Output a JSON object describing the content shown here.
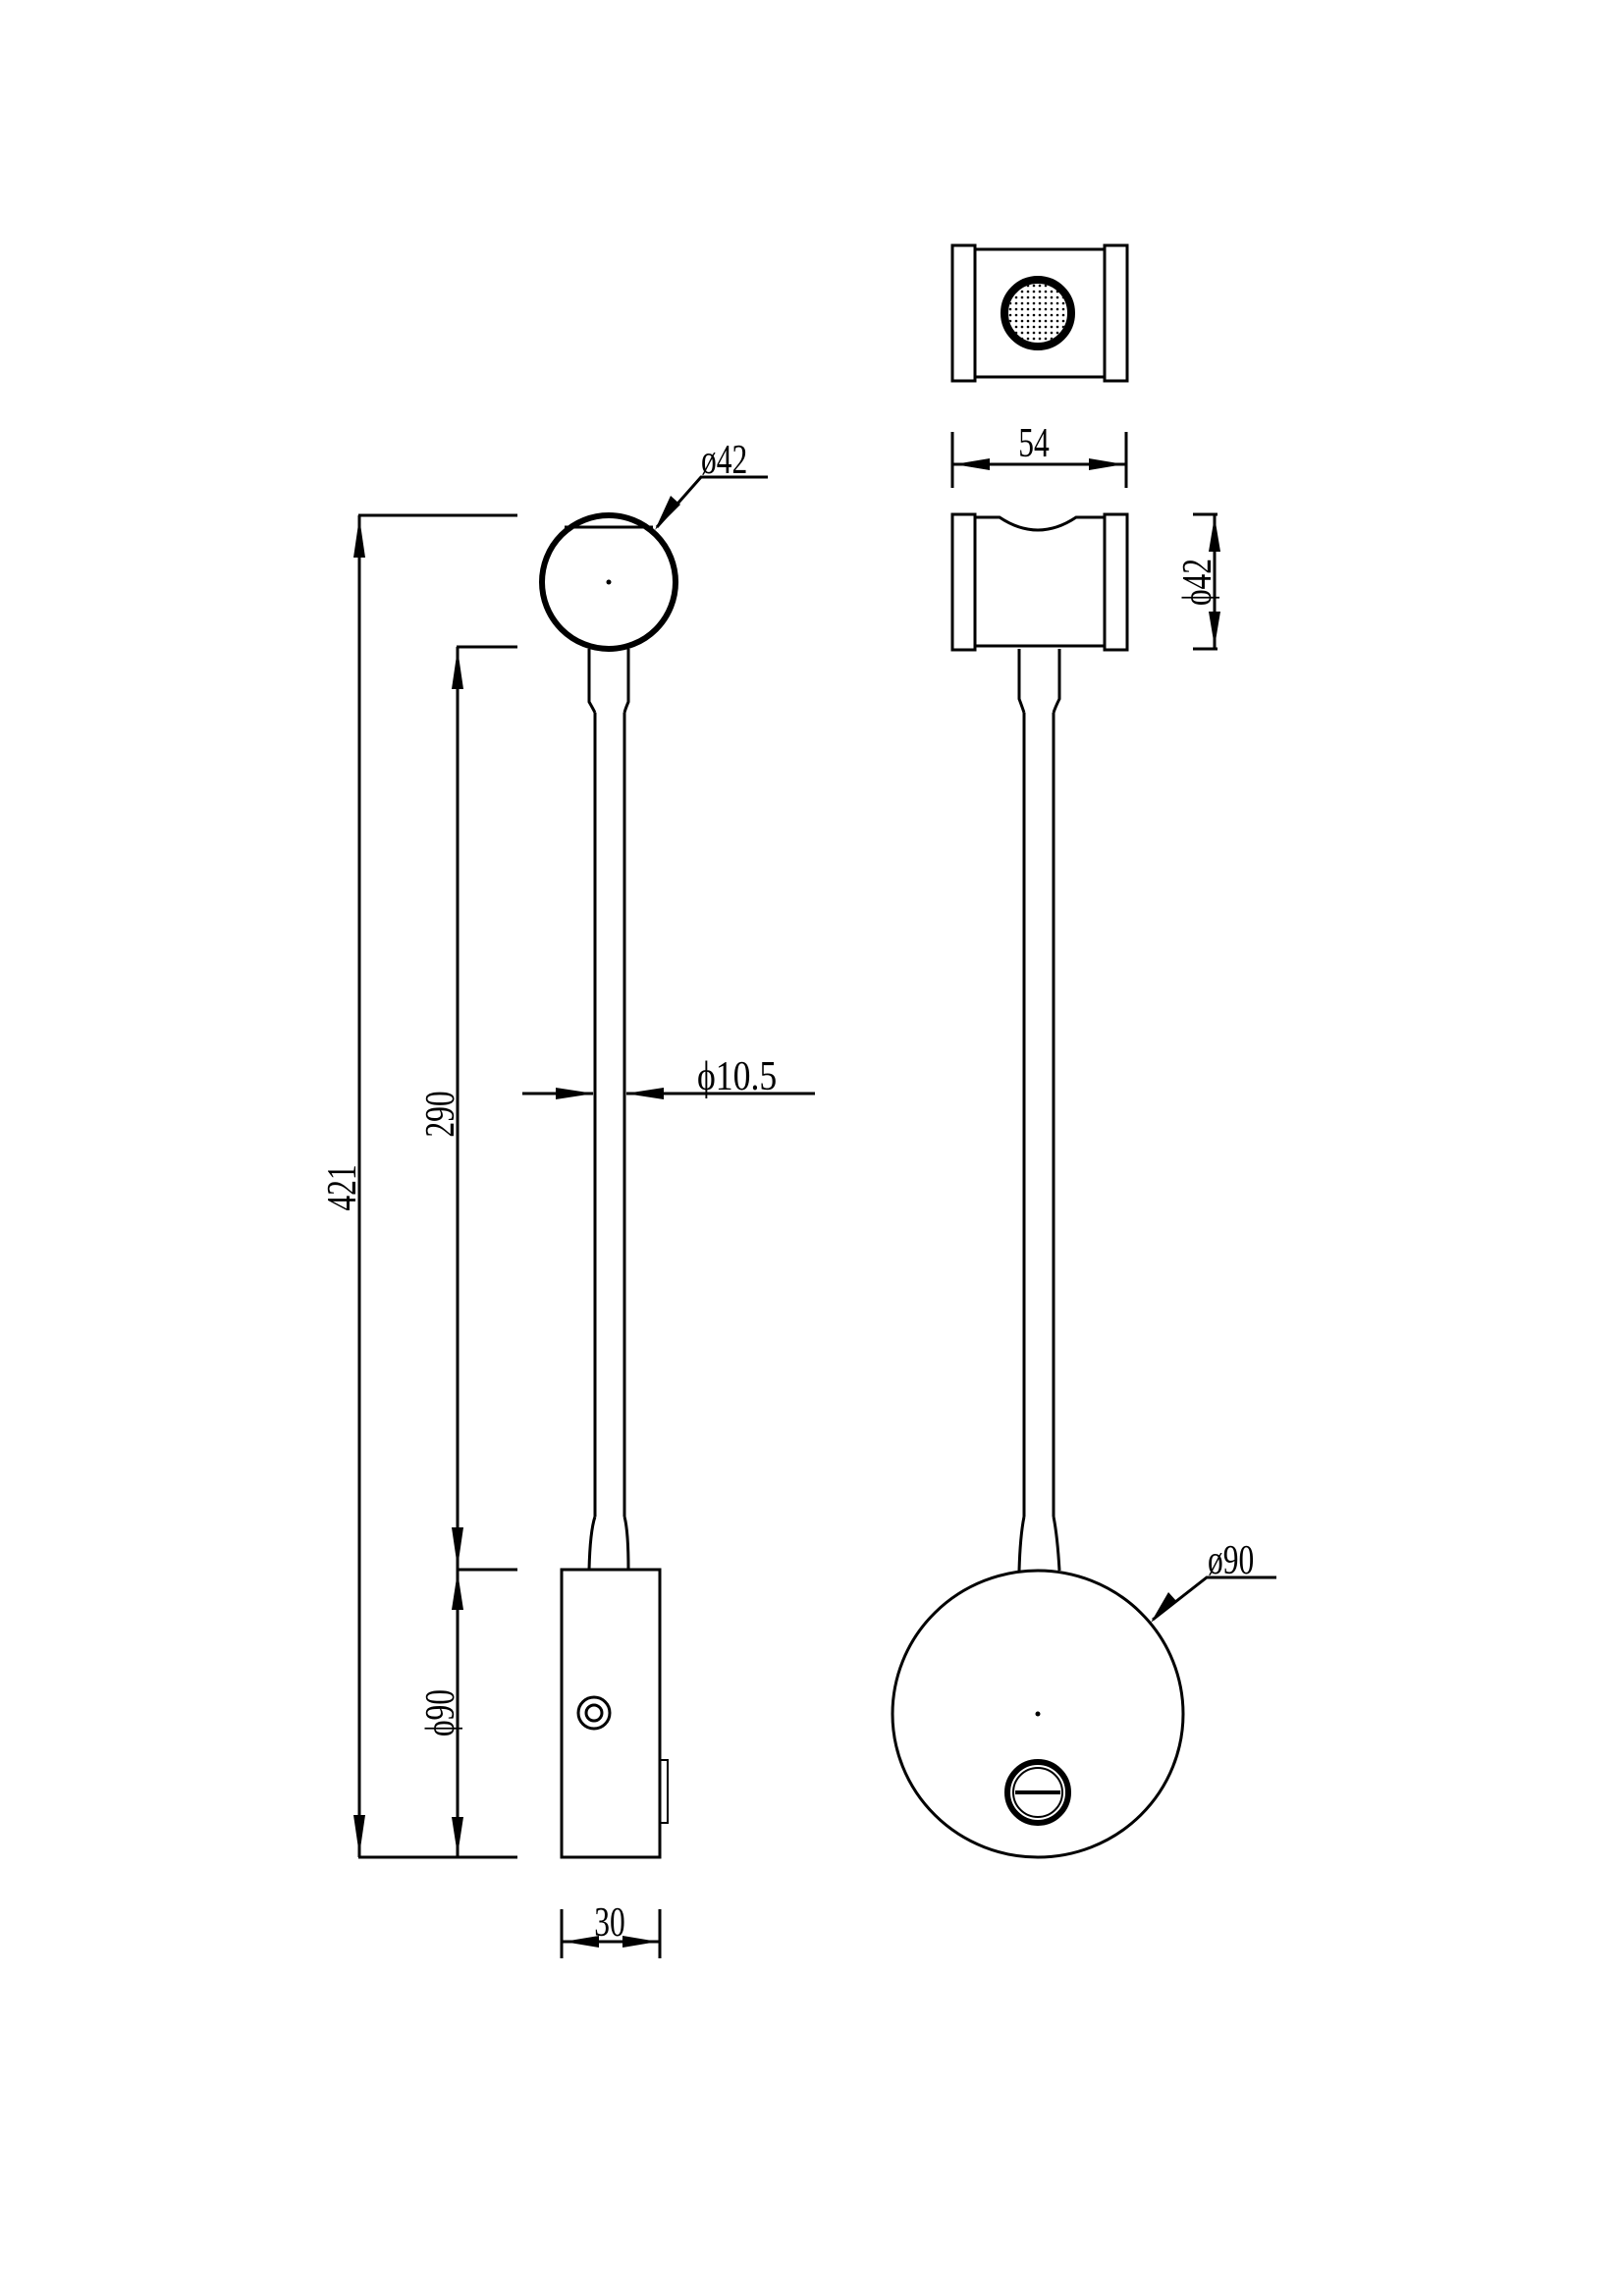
{
  "drawing": {
    "side_view": {
      "head_diameter_label": "ø42",
      "overall_height_label": "421",
      "arm_length_label": "290",
      "arm_diameter_label": "ϕ10.5",
      "base_diameter_label": "ϕ90",
      "base_depth_label": "30"
    },
    "front_view": {
      "head_width_label": "54",
      "head_diameter_label": "ϕ42",
      "base_diameter_label": "ø90"
    }
  },
  "colors": {
    "line": "#000000",
    "background": "#ffffff"
  }
}
